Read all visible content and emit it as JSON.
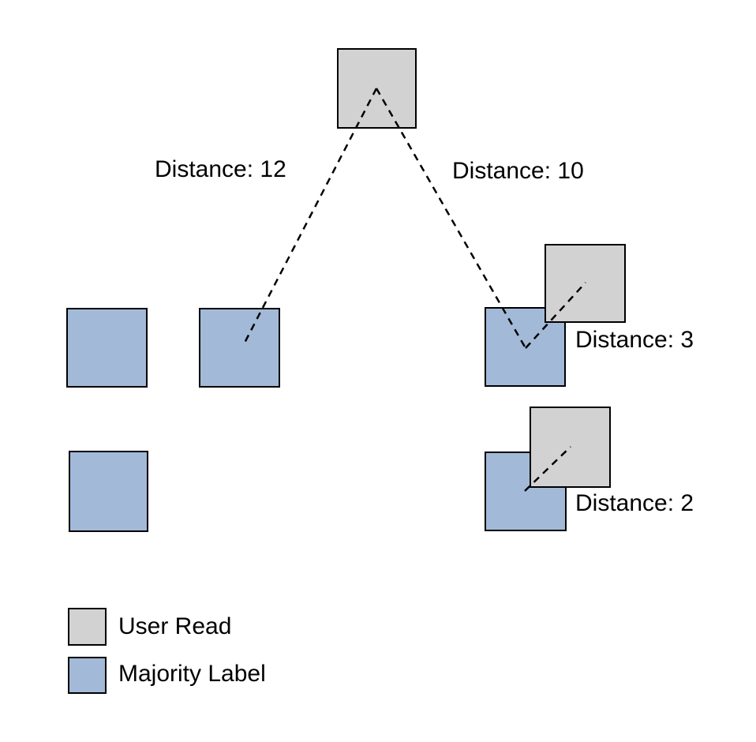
{
  "diagram": {
    "type": "nearest-neighbor distance diagram",
    "nodes": [
      {
        "id": "root",
        "kind": "user_read"
      },
      {
        "id": "left-1",
        "kind": "majority_label"
      },
      {
        "id": "left-2",
        "kind": "majority_label"
      },
      {
        "id": "mid-right-blue",
        "kind": "majority_label"
      },
      {
        "id": "mid-right-gray",
        "kind": "user_read"
      },
      {
        "id": "left-bottom",
        "kind": "majority_label"
      },
      {
        "id": "bottom-right-blue",
        "kind": "majority_label"
      },
      {
        "id": "bottom-right-gray",
        "kind": "user_read"
      }
    ],
    "edges": [
      {
        "from": "root",
        "to": "left-2",
        "distance": 12
      },
      {
        "from": "root",
        "to": "mid-right-blue",
        "distance": 10
      },
      {
        "from": "mid-right-blue",
        "to": "mid-right-gray",
        "distance": 3
      },
      {
        "from": "bottom-right-blue",
        "to": "bottom-right-gray",
        "distance": 2
      }
    ],
    "distance_labels": [
      {
        "id": "root-to-left",
        "text": "Distance: 12"
      },
      {
        "id": "root-to-right",
        "text": "Distance: 10"
      },
      {
        "id": "mid-right-pair",
        "text": "Distance: 3"
      },
      {
        "id": "bottom-right-pair",
        "text": "Distance: 2"
      }
    ],
    "legend": {
      "items": [
        {
          "label": "User Read",
          "color": "#d2d2d2"
        },
        {
          "label": "Majority Label",
          "color": "#a2bad8"
        }
      ]
    },
    "colors": {
      "user_read_fill": "#d2d2d2",
      "majority_fill": "#a2bad8",
      "stroke": "#000000",
      "background": "#ffffff"
    }
  }
}
